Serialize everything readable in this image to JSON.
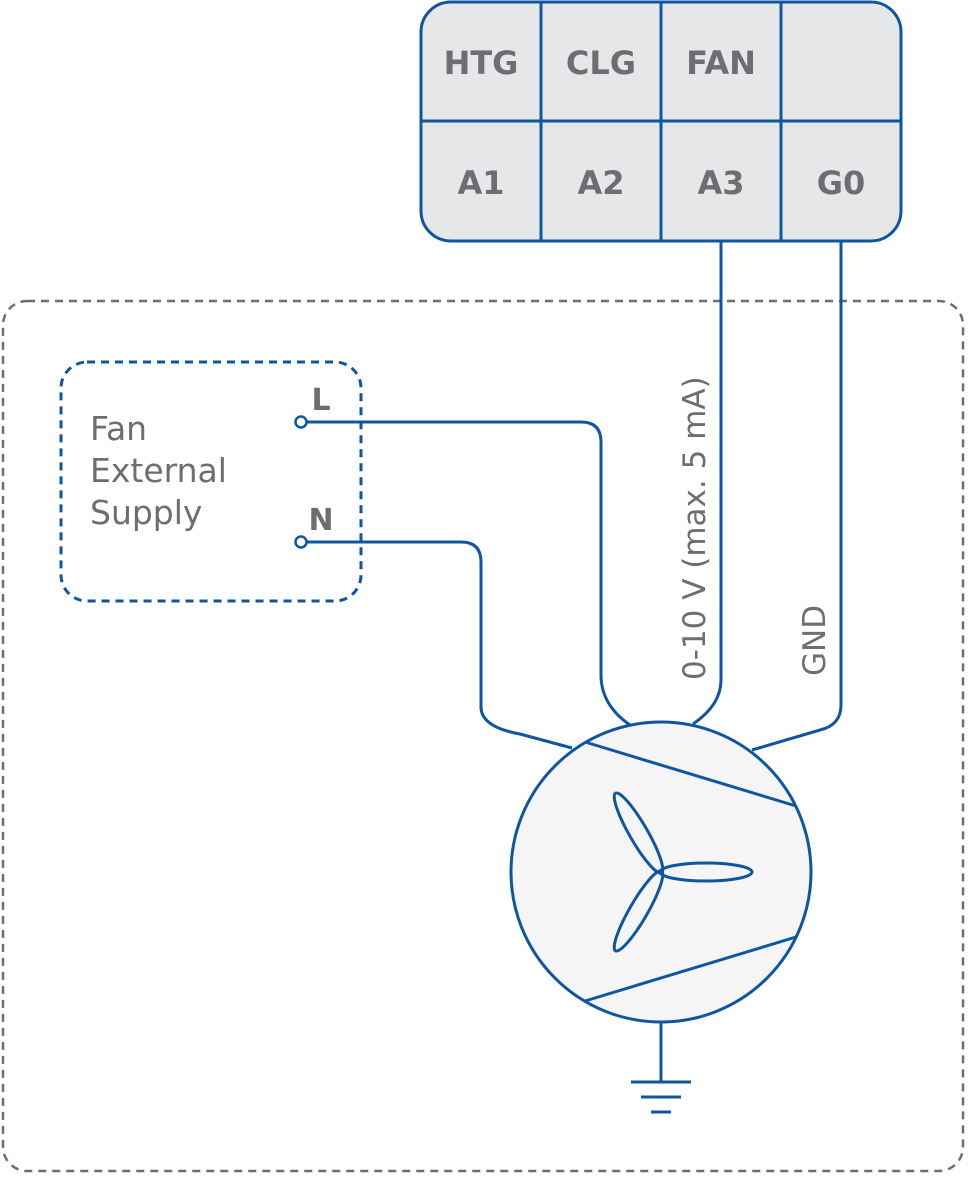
{
  "terminal_block": {
    "top_row": [
      "HTG",
      "CLG",
      "FAN",
      ""
    ],
    "bottom_row": [
      "A1",
      "A2",
      "A3",
      "G0"
    ]
  },
  "supply": {
    "label_lines": [
      "Fan",
      "External",
      "Supply"
    ],
    "pin_l": "L",
    "pin_n": "N"
  },
  "wires": {
    "a3_label": "0-10 V (max. 5 mA)",
    "g0_label": "GND"
  },
  "colors": {
    "line": "#0f56a0",
    "cell_fill": "#e6e7e8",
    "text": "#6d6e71",
    "dashed_border": "#6d6e71",
    "fan_fill": "#f5f5f5"
  },
  "icons": {
    "fan": "fan-icon",
    "ground": "ground-icon"
  }
}
